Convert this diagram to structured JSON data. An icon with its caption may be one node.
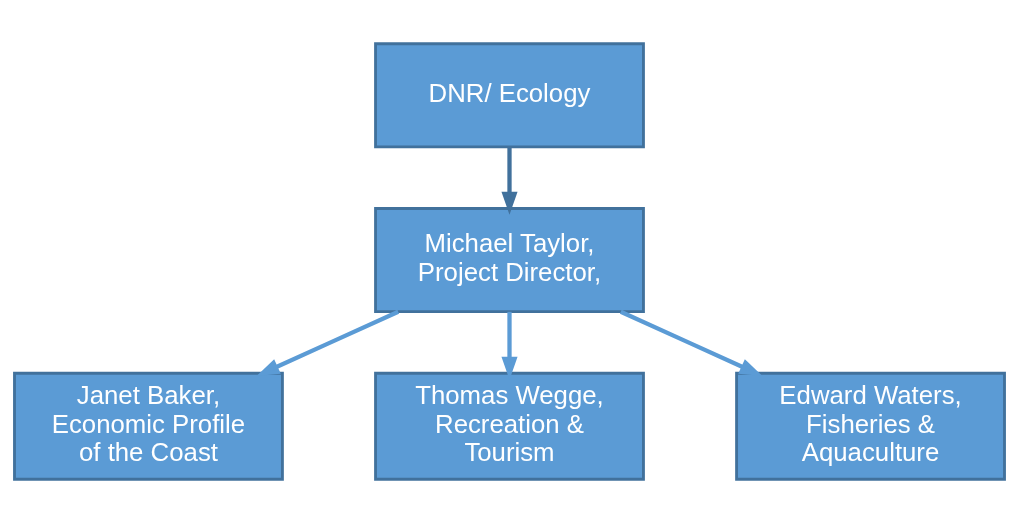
{
  "diagram": {
    "nodes": [
      {
        "text": [
          "DNR/ Ecology"
        ]
      },
      {
        "text": [
          "Michael Taylor, Project Director,"
        ]
      },
      {
        "text": [
          "Janet Baker, Economic Profile of the Coast"
        ]
      },
      {
        "text": [
          "Thomas Wegge, Recreation & Tourism"
        ]
      },
      {
        "text": [
          "Edward Waters, Fisheries & Aquaculture"
        ]
      }
    ],
    "edges": [
      {
        "from": 0,
        "to": 1,
        "arrow": "to",
        "color": "#41719c"
      },
      {
        "from": 1,
        "to": 2,
        "arrow": "to"
      },
      {
        "from": 1,
        "to": 3,
        "arrow": "to"
      },
      {
        "from": 1,
        "to": 4,
        "arrow": "to"
      }
    ]
  }
}
